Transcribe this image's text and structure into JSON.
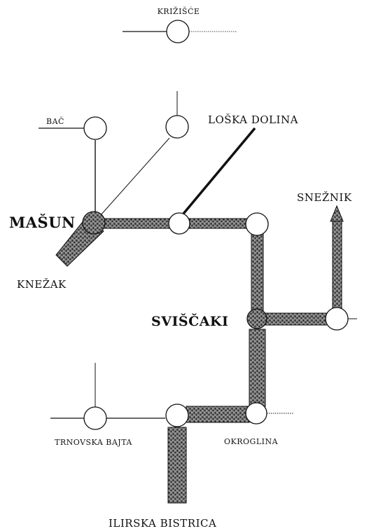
{
  "legend": {
    "title": "KRIŽIŠĆE"
  },
  "labels": {
    "bac": "BAČ",
    "loska_dolina": "LOŠKA DOLINA",
    "snežnik": "SNEŽNIK",
    "masun": "MAŠUN",
    "knezak": "KNEŽAK",
    "sviscaki": "SVIŠČAKI",
    "trnovska_bajta": "TRNOVSKA BAJTA",
    "okroglina": "OKROGLINA",
    "ilirska_bistrica": "ILIRSKA BISTRICA"
  }
}
